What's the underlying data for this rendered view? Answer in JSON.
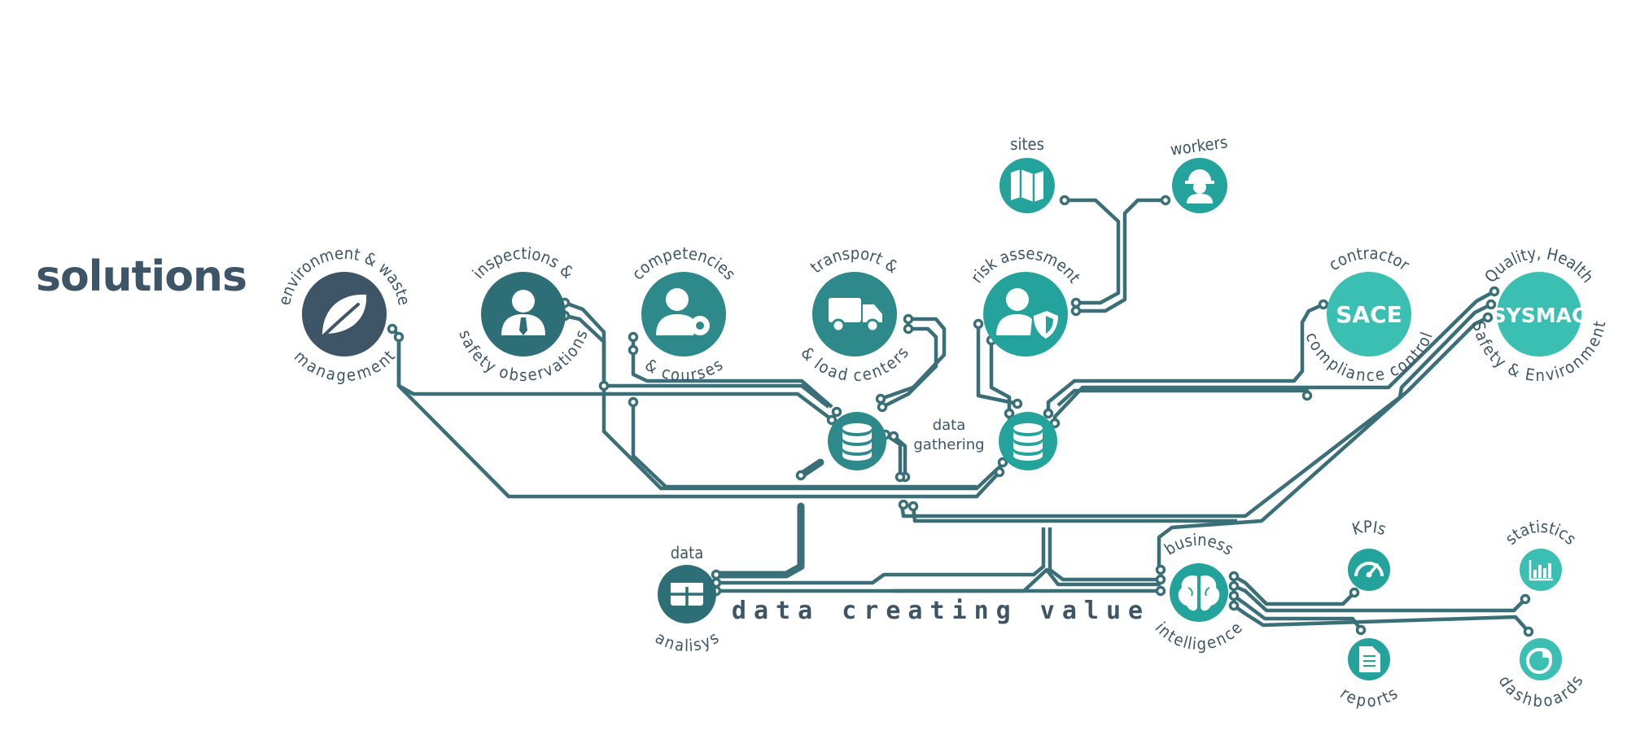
{
  "heading": "solutions",
  "colors": {
    "dark": "#3d5566",
    "teal_dark": "#2e6e77",
    "teal": "#24a39c",
    "teal_light": "#3cbfb3",
    "wire": "#3a6f78"
  },
  "nodes": {
    "environment": {
      "line1": "environment & waste",
      "line2": "management",
      "icon": "leaf-icon"
    },
    "inspections": {
      "line1": "inspections &",
      "line2": "safety observations",
      "icon": "person-tie-icon"
    },
    "competencies": {
      "line1": "competencies",
      "line2": "& courses",
      "icon": "person-gear-icon"
    },
    "transport": {
      "line1": "transport &",
      "line2": "& load centers",
      "icon": "truck-icon"
    },
    "risk": {
      "line1": "risk assesment",
      "icon": "person-shield-icon"
    },
    "sites": {
      "line1": "sites",
      "icon": "map-icon"
    },
    "workers": {
      "line1": "workers",
      "icon": "hardhat-worker-icon"
    },
    "contractor": {
      "line1": "contractor",
      "line2": "compliance control",
      "badge": "SACE"
    },
    "quality": {
      "line1": "Quality, Health",
      "line2": "Safety & Environment",
      "badge": "SYSMAC"
    },
    "data_gathering": {
      "line1": "data",
      "line2": "gathering",
      "icon": "database-icon"
    },
    "data_analysis": {
      "line1": "data",
      "line2": "analisys",
      "icon": "table-icon"
    },
    "business": {
      "line1": "business",
      "line2": "intelligence",
      "icon": "brain-icon"
    },
    "kpis": {
      "line1": "KPIs",
      "icon": "gauge-icon"
    },
    "statistics": {
      "line1": "statistics",
      "icon": "bar-chart-icon"
    },
    "reports": {
      "line1": "reports",
      "icon": "document-icon"
    },
    "dashboards": {
      "line1": "dashboards",
      "icon": "pie-chart-icon"
    }
  },
  "tagline": "data creating value"
}
